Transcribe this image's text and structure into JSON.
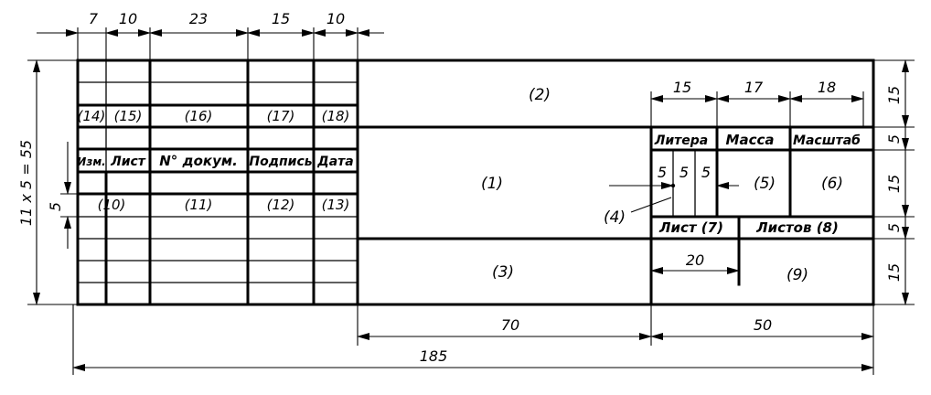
{
  "top_dims": [
    "7",
    "10",
    "23",
    "15",
    "10"
  ],
  "left_rows": {
    "row3": [
      "(14)",
      "(15)",
      "(16)",
      "(17)",
      "(18)"
    ],
    "header": [
      "Изм.",
      "Лист",
      "N° докум.",
      "Подпись",
      "Дата"
    ],
    "row8": [
      "(10)",
      "(11)",
      "(12)",
      "(13)"
    ]
  },
  "left_side_dims": {
    "total": "11 x 5 = 55",
    "row": "5"
  },
  "fields": {
    "f1": "(1)",
    "f2": "(2)",
    "f3": "(3)",
    "f4": "(4)",
    "f5": "(5)",
    "f6": "(6)",
    "f7": "Лист (7)",
    "f8": "Листов (8)",
    "f9": "(9)"
  },
  "stamp_headers": [
    "Литера",
    "Масса",
    "Масштаб"
  ],
  "stamp_top_dims": [
    "15",
    "17",
    "18"
  ],
  "litera_cells": [
    "5",
    "5",
    "5"
  ],
  "dim_20": "20",
  "right_dims": [
    "15",
    "5",
    "15",
    "5",
    "15"
  ],
  "bottom_dims": {
    "d70": "70",
    "d50": "50",
    "d185": "185"
  }
}
